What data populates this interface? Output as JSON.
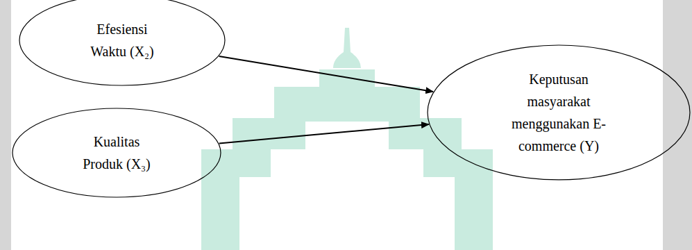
{
  "diagram": {
    "nodes": [
      {
        "text": [
          "Efesiensi Waktu (X₂)"
        ]
      },
      {
        "text": [
          "Kualitas Produk (X₃)"
        ]
      },
      {
        "text": [
          "Keputusan masyarakat menggunakan E-commerce (Y)"
        ]
      }
    ],
    "edges": [
      {
        "from": 0,
        "to": 2,
        "arrow": "to"
      },
      {
        "from": 1,
        "to": 2,
        "arrow": "to"
      }
    ]
  }
}
